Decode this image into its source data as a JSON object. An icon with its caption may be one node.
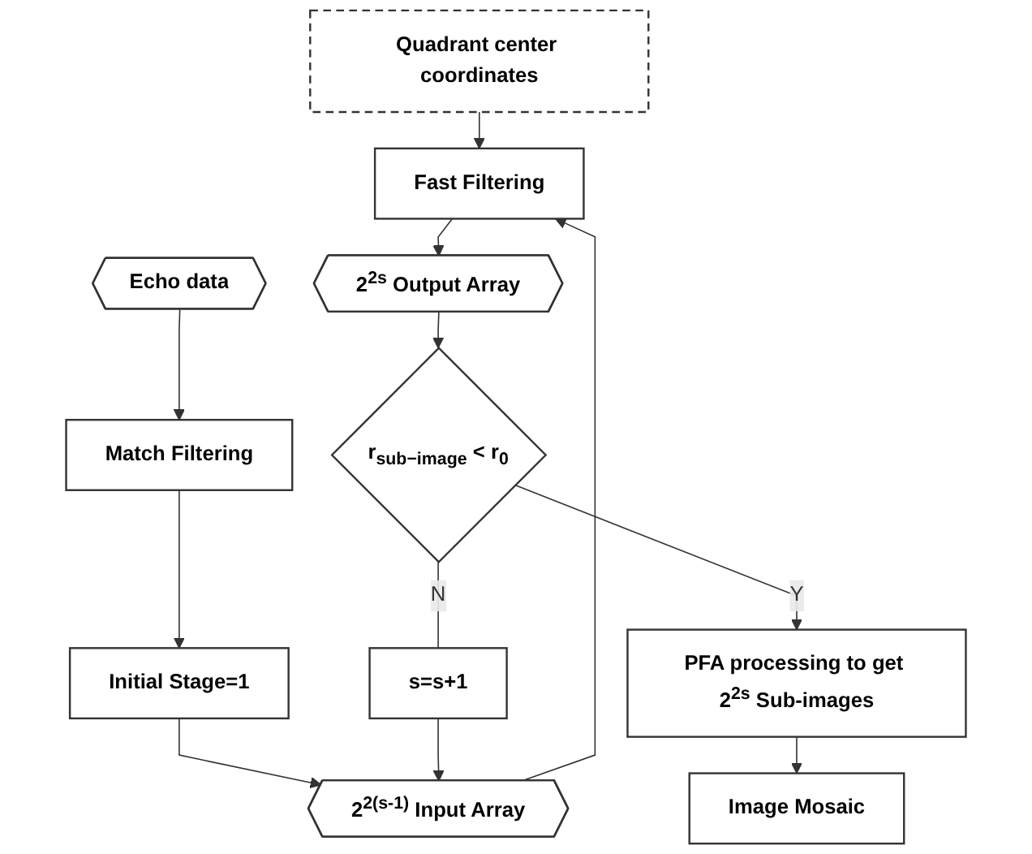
{
  "diagram": {
    "nodes": [
      {
        "text": [
          "Initial Stage=1"
        ]
      },
      {
        "text": [
          "Echo data"
        ]
      },
      {
        "text": [
          "2$^{2(s-1)}$ Input Array"
        ]
      },
      {
        "text": [
          "Quadrant center coordinates"
        ]
      },
      {
        "text": [
          "Match Filtering"
        ]
      },
      {
        "text": [
          "Fast Filtering"
        ]
      },
      {
        "text": [
          "2$^{2s}$ Output Array"
        ]
      },
      {
        "text": [
          "s=s+1"
        ]
      },
      {
        "text": [
          "r$_{sub−image}$ < r$_{0}$"
        ]
      },
      {
        "text": [
          "PFA processing to get 2$^{2s}$ Sub-images"
        ]
      },
      {
        "text": [
          "Image Mosaic"
        ]
      }
    ],
    "edges": [
      {
        "from": 1,
        "to": 4,
        "arrow": "to"
      },
      {
        "from": 4,
        "to": 0,
        "arrow": "to"
      },
      {
        "from": 0,
        "to": 2,
        "arrow": "to"
      },
      {
        "from": 2,
        "to": 5,
        "arrow": "to"
      },
      {
        "from": 3,
        "to": 5,
        "arrow": "to"
      },
      {
        "from": 5,
        "to": 6,
        "arrow": "to"
      },
      {
        "from": 6,
        "to": 8,
        "arrow": "to"
      },
      {
        "from": 8,
        "to": 7,
        "arrow": "none",
        "label": "N"
      },
      {
        "from": 7,
        "to": 2,
        "arrow": "to"
      },
      {
        "from": 8,
        "to": 9,
        "arrow": "to",
        "label": "Y"
      },
      {
        "from": 9,
        "to": 10,
        "arrow": "to"
      }
    ]
  }
}
